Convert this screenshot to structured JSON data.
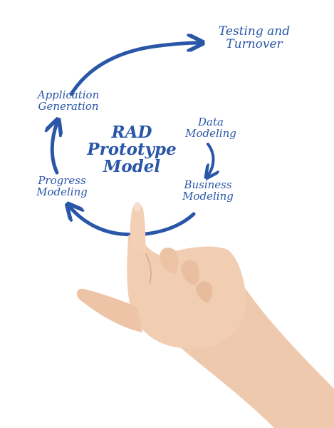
{
  "diagram": {
    "center": {
      "line1": "RAD",
      "line2": "Prototype",
      "line3": "Model"
    },
    "nodes": {
      "testing": {
        "line1": "Testing and",
        "line2": "Turnover"
      },
      "application": {
        "line1": "Application",
        "line2": "Generation"
      },
      "data": {
        "line1": "Data",
        "line2": "Modeling"
      },
      "business": {
        "line1": "Business",
        "line2": "Modeling"
      },
      "progress": {
        "line1": "Progress",
        "line2": "Modeling"
      }
    }
  },
  "colors": {
    "ink": "#2a56a8",
    "skin": "#f0cdb3"
  }
}
